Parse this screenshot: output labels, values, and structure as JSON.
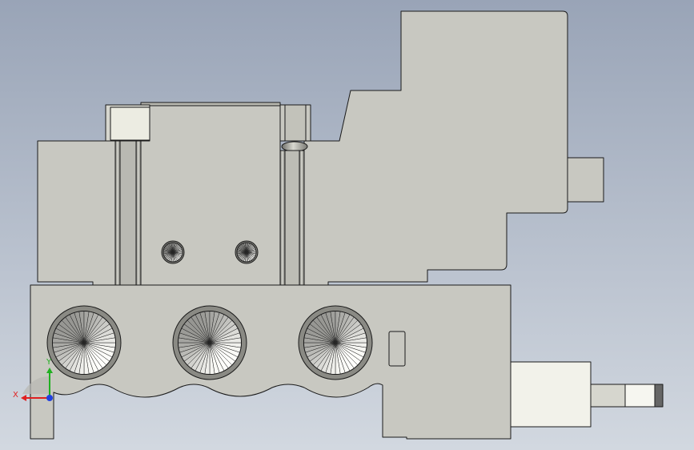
{
  "scene": {
    "type": "cad-model-view",
    "description_visible_text": "",
    "colors": {
      "background_top": "#9aa5b8",
      "background_bottom": "#cfd6de",
      "part_face": "#c8c8c1",
      "part_edge": "#1a1a1a",
      "fitting_face": "#f2f2ea",
      "rod_face": "#e4e4dc",
      "rod_tip": "#666666"
    }
  },
  "triad": {
    "x_label": "X",
    "y_label": "Y",
    "x_color": "#e02020",
    "y_color": "#20b020",
    "z_color": "#2040e0"
  }
}
